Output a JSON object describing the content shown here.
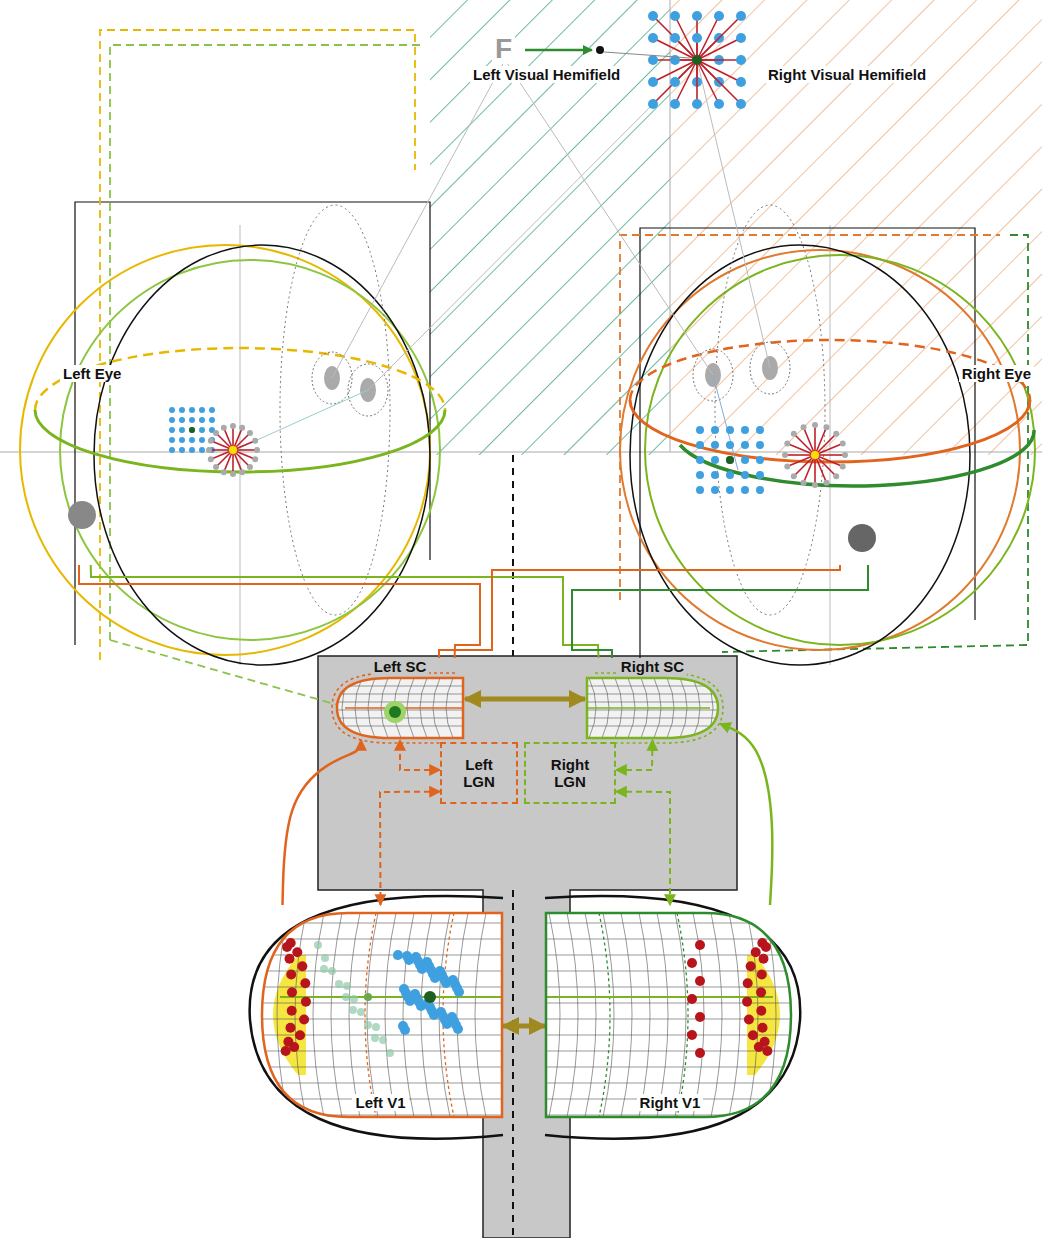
{
  "diagram": {
    "nodes": [
      {
        "text": [
          "Left Eye"
        ]
      },
      {
        "text": [
          "Right Eye"
        ]
      },
      {
        "text": [
          "Left SC"
        ]
      },
      {
        "text": [
          "Right SC"
        ]
      },
      {
        "text": [
          "Left LGN"
        ]
      },
      {
        "text": [
          "Right LGN"
        ]
      },
      {
        "text": [
          "Left V1"
        ]
      },
      {
        "text": [
          "Right V1"
        ]
      }
    ],
    "edges": [
      {
        "from": 0,
        "to": 2,
        "arrow": "none"
      },
      {
        "from": 0,
        "to": 3,
        "arrow": "none"
      },
      {
        "from": 1,
        "to": 2,
        "arrow": "none"
      },
      {
        "from": 1,
        "to": 3,
        "arrow": "none"
      },
      {
        "from": 4,
        "to": 2,
        "arrow": "both"
      },
      {
        "from": 4,
        "to": 6,
        "arrow": "both"
      },
      {
        "from": 5,
        "to": 3,
        "arrow": "both"
      },
      {
        "from": 5,
        "to": 7,
        "arrow": "both"
      },
      {
        "from": 6,
        "to": 2,
        "arrow": "to"
      },
      {
        "from": 7,
        "to": 3,
        "arrow": "to"
      },
      {
        "from": 2,
        "to": 3,
        "arrow": "both"
      },
      {
        "from": 6,
        "to": 7,
        "arrow": "both"
      }
    ],
    "labels": [
      "Left Visual Hemifield",
      "Right Visual Hemifield",
      "F"
    ]
  }
}
